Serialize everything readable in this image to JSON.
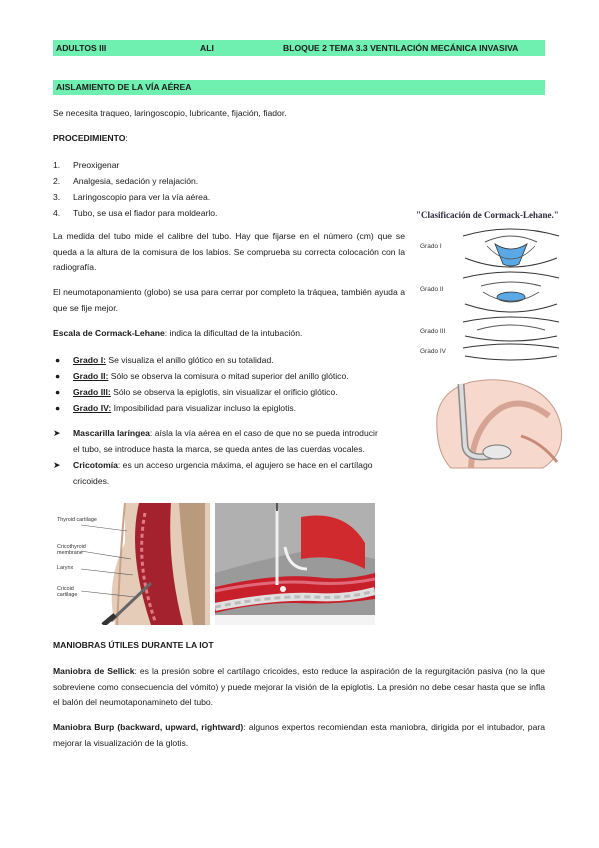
{
  "header": {
    "left": "ADULTOS III",
    "middle": "ALI",
    "right": "BLOQUE 2 TEMA 3.3 VENTILACIÓN MECÁNICA INVASIVA"
  },
  "section1": {
    "title": "AISLAMIENTO DE LA VÍA AÉREA",
    "intro": "Se necesita traqueo, laringoscopio, lubricante, fijación, fiador.",
    "proc_title": "PROCEDIMIENTO",
    "proc_colon": ":",
    "steps": [
      {
        "num": "1.",
        "text": "Preoxigenar"
      },
      {
        "num": "2.",
        "text": "Analgesia, sedación y relajación."
      },
      {
        "num": "3.",
        "text": "Laringoscopio para ver la vía aérea."
      },
      {
        "num": "4.",
        "text": "Tubo, se usa el fiador para moldearlo."
      }
    ],
    "para1": "La medida del tubo mide el calibre del tubo. Hay que fijarse en el número (cm) que se queda a la altura de la comisura de los labios. Se comprueba su correcta colocación con la radiografía.",
    "para2": "El neumotaponamiento (globo) se usa para cerrar por completo la tráquea, también ayuda a que se fije mejor.",
    "cormack_label": "Escala de Cormack-Lehane",
    "cormack_text": ": indica la dificultad de la intubación.",
    "grades": [
      {
        "label": "Grado I:",
        "text": " Se visualiza el anillo glótico en su totalidad."
      },
      {
        "label": "Grado II:",
        "text": " Sólo se observa la comisura o mitad superior del anillo glótico."
      },
      {
        "label": "Grado III:",
        "text": " Sólo se observa la epiglotis, sin visualizar el orificio glótico."
      },
      {
        "label": "Grado IV:",
        "text": " Imposibilidad para visualizar incluso la epiglotis."
      }
    ],
    "arrows": [
      {
        "label": "Mascarilla laríngea",
        "line1": ": aísla la vía aérea en el caso de que no se pueda introducir",
        "line2": "el tubo, se introduce hasta la marca, se queda antes de las cuerdas vocales."
      },
      {
        "label": "Cricotomía",
        "line1": ": es un acceso urgencia máxima, el agujero se hace en el cartílago",
        "line2": "cricoides."
      }
    ]
  },
  "figure_cormack": {
    "caption": "\"Clasificación de Cormack-Lehane.\"",
    "grade_labels": [
      "Grado I",
      "Grado II",
      "Grado III",
      "Grado IV"
    ]
  },
  "figure_crico": {
    "labels": [
      "Thyroid cartilage",
      "Cricothyroid membrane",
      "Larynx",
      "Cricoid cartilage"
    ]
  },
  "section2": {
    "title": "MANIOBRAS ÚTILES DURANTE LA IOT",
    "sellick_label": "Maniobra de Sellick",
    "sellick_text": ": es la presión sobre el cartílago cricoides, esto reduce la aspiración de la regurgitación pasiva (no la que sobreviene como consecuencia del vómito) y puede mejorar la visión de la epiglotis. La presión no debe cesar hasta que se infla el balón del neumotaponamineto del tubo.",
    "burp_label": "Maniobra Burp (backward, upward, rightward)",
    "burp_text": ": algunos expertos recomiendan esta maniobra, dirigida por el intubador, para mejorar la visualización de la glotis."
  },
  "colors": {
    "highlight": "#6ff0b0",
    "glottis_blue": "#5aa9e6",
    "tissue_red": "#c8202a",
    "airway_pink": "#e06a7a"
  }
}
